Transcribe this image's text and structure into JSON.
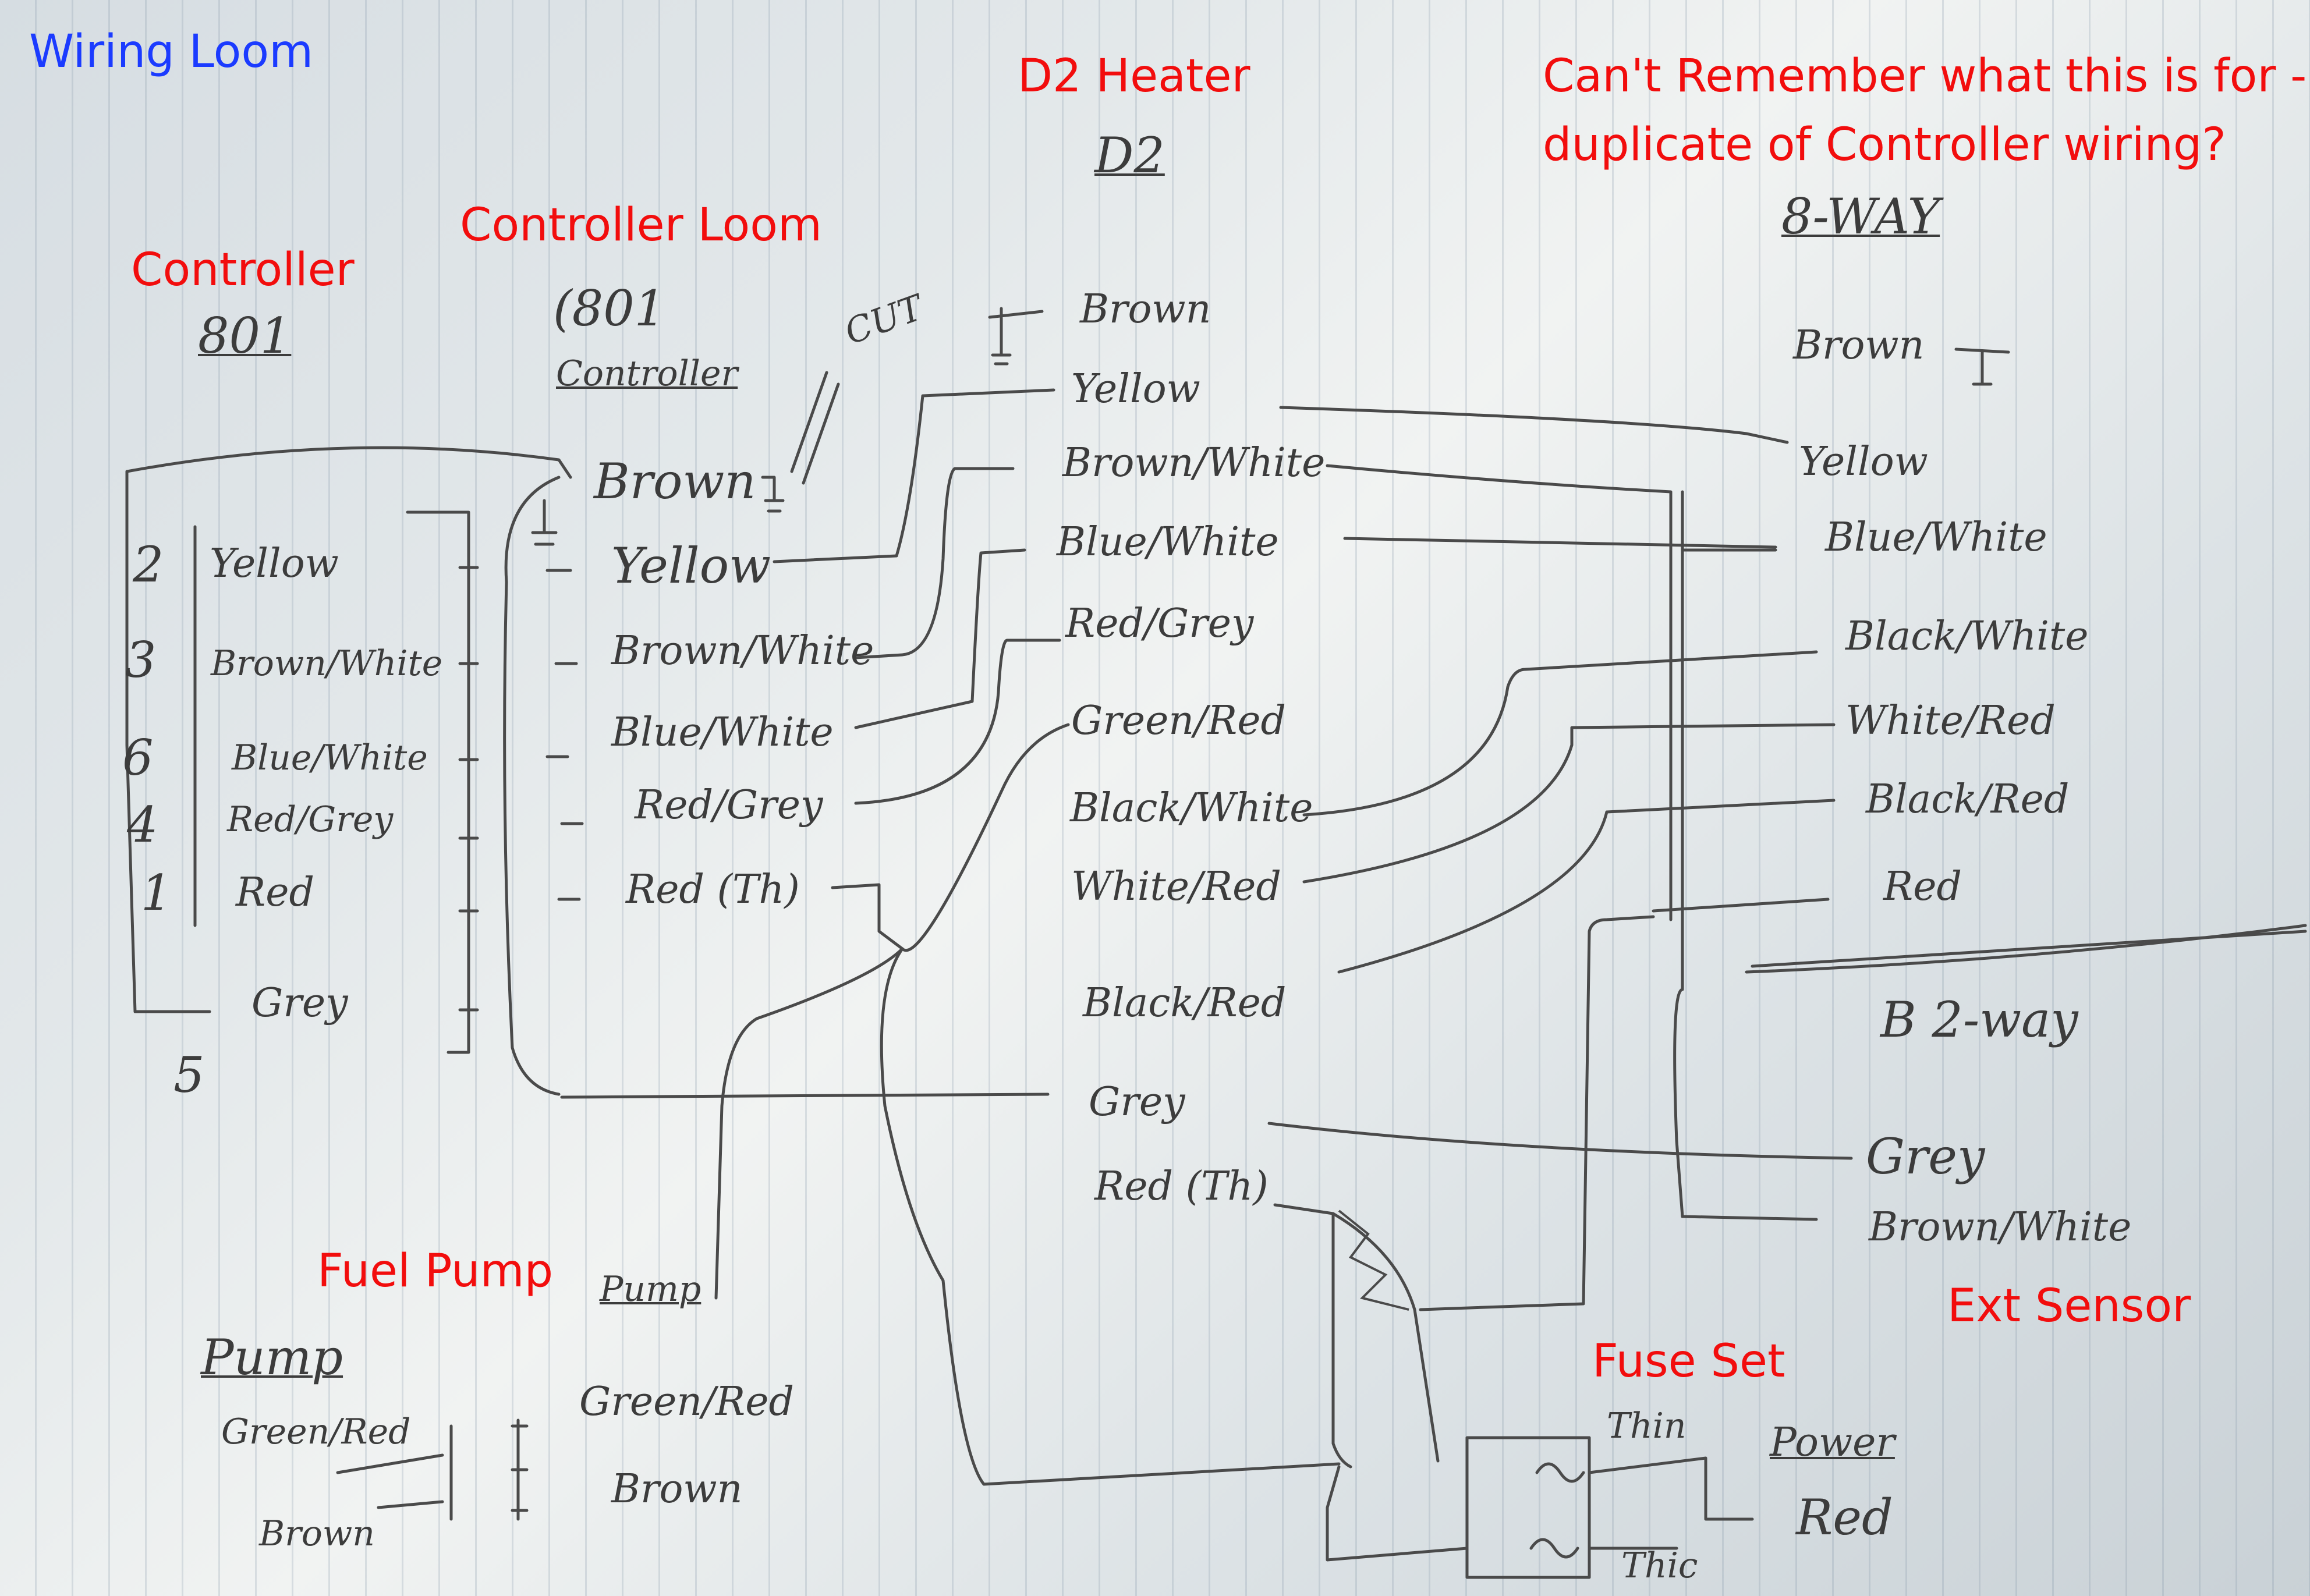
{
  "annotations": {
    "title": "Wiring Loom",
    "controller": "Controller",
    "controller_loom": "Controller Loom",
    "d2_heater": "D2 Heater",
    "unknown_line1": "Can't Remember what this is for -",
    "unknown_line2": "duplicate of Controller wiring?",
    "fuel_pump": "Fuel Pump",
    "fuse_set": "Fuse Set",
    "ext_sensor": "Ext Sensor"
  },
  "colors": {
    "annotation": "#f20d0d",
    "title": "#1b3bff",
    "pencil": "#3c3c3c"
  },
  "controller": {
    "header": "801",
    "pins": [
      {
        "pin": "2",
        "wire": "Yellow"
      },
      {
        "pin": "3",
        "wire": "Brown/White"
      },
      {
        "pin": "6",
        "wire": "Blue/White"
      },
      {
        "pin": "4",
        "wire": "Red/Grey"
      },
      {
        "pin": "1",
        "wire": "Red"
      },
      {
        "pin": "",
        "wire": "Grey"
      }
    ],
    "extra_pin": "5"
  },
  "controller_loom": {
    "header_line1": "(801",
    "header_line2": "Controller",
    "cut_label": "CUT",
    "wires": [
      "Brown",
      "Yellow",
      "Brown/White",
      "Blue/White",
      "Red/Grey",
      "Red (Th)"
    ]
  },
  "heater": {
    "header": "D2",
    "wires": [
      "Brown",
      "Yellow",
      "Brown/White",
      "Blue/White",
      "Red/Grey",
      "Green/Red",
      "Black/White",
      "White/Red",
      "Black/Red",
      "Grey",
      "Red (Th)"
    ]
  },
  "eight_way": {
    "header": "8-WAY",
    "wires": [
      "Brown",
      "Yellow",
      "Blue/White",
      "Black/White",
      "White/Red",
      "Black/Red",
      "Red"
    ]
  },
  "two_way": {
    "header": "B 2-way",
    "wires": [
      "Grey",
      "Brown/White"
    ]
  },
  "pump": {
    "header": "Pump",
    "wires": [
      "Green/Red",
      "Brown"
    ],
    "loom_header": "Pump",
    "loom_wires": [
      "Green/Red",
      "Brown"
    ]
  },
  "fuse": {
    "top": "Thin",
    "bottom": "Thic",
    "power_header": "Power",
    "power_wire": "Red"
  }
}
